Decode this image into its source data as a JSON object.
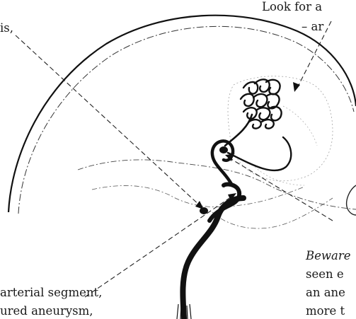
{
  "labels": {
    "top_left_fragment": "is,",
    "top_right_line1": "Look for a",
    "top_right_line2": "– ar",
    "bottom_left_line1": "arterial segment,",
    "bottom_left_line2": "ured aneurysm,",
    "bottom_right_line1": "Beware",
    "bottom_right_line2": "seen e",
    "bottom_right_line3": "an ane",
    "bottom_right_line4": "more t"
  },
  "figure": {
    "subject": "sagittal-skull-cerebral-angiogram-sketch",
    "ink_color": "#111111",
    "dash_color": "#222222"
  }
}
